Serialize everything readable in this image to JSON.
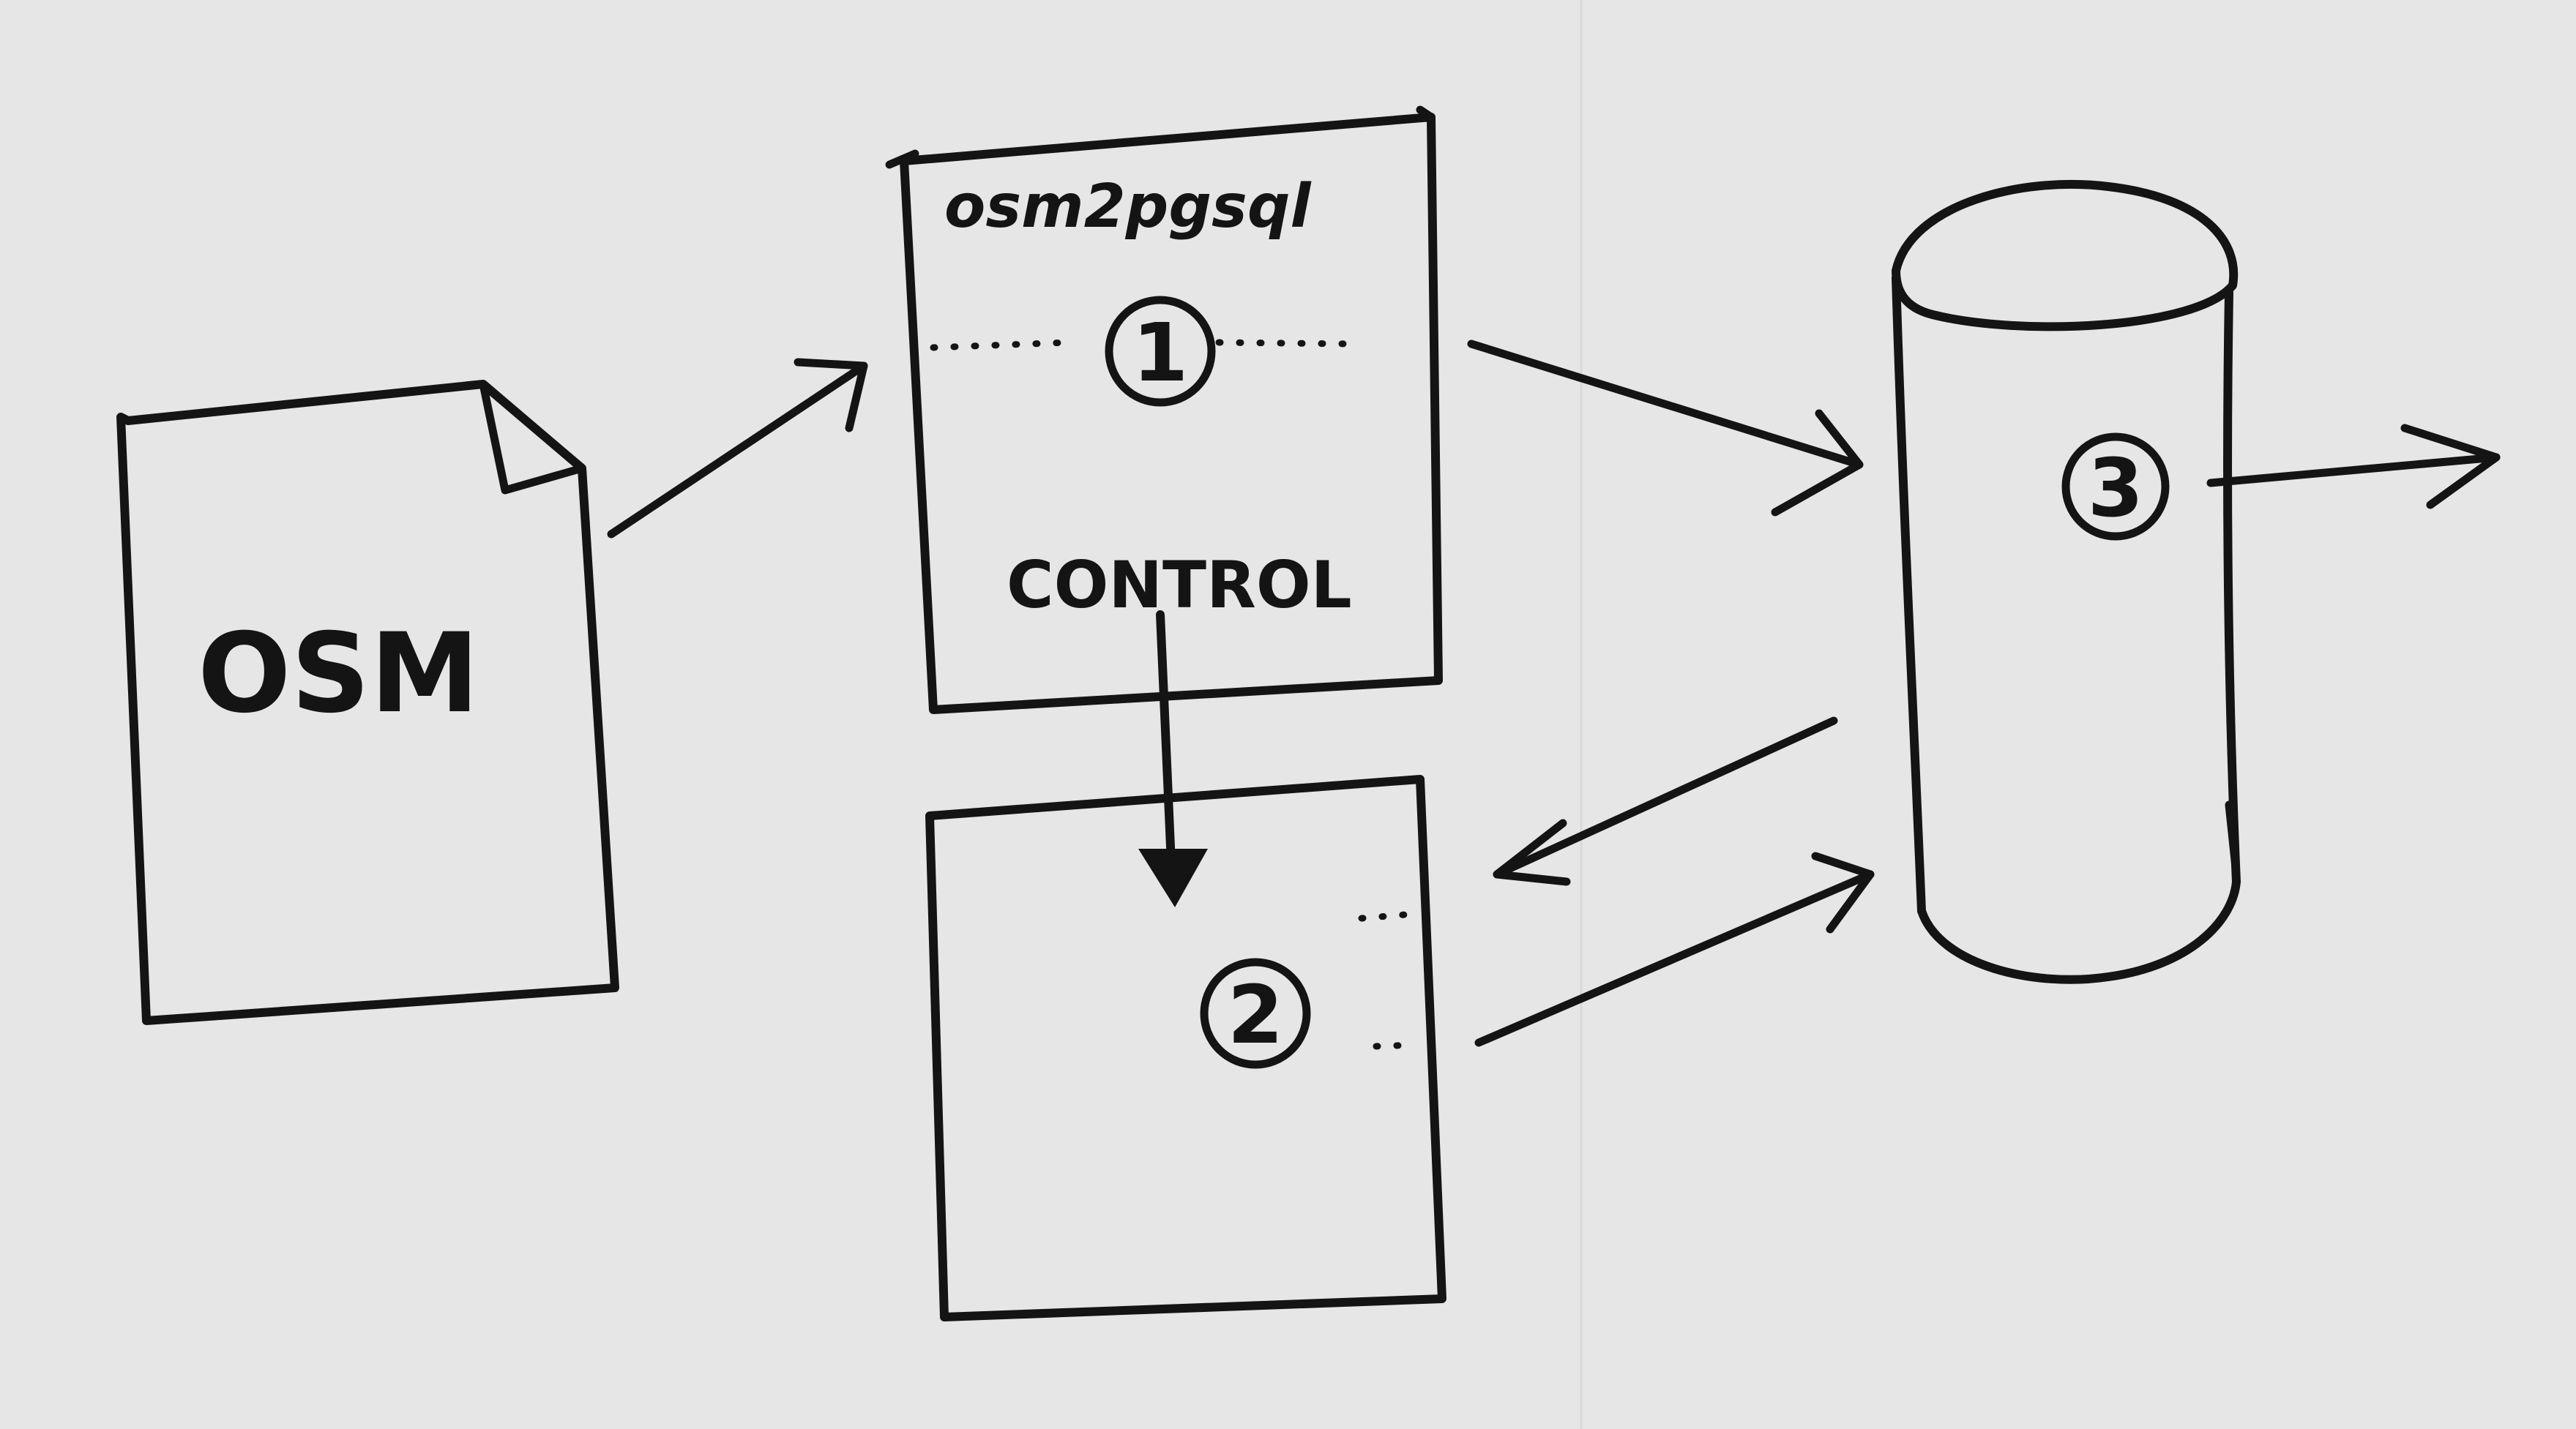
{
  "diagram": {
    "input_file": {
      "label": "OSM"
    },
    "converter": {
      "title": "osm2pgsql",
      "step_marker": "1",
      "control_label": "CONTROL"
    },
    "processing_box": {
      "step_marker": "2"
    },
    "database": {
      "step_marker": "3"
    },
    "colors": {
      "ink": "#141414",
      "paper": "#e6e6e6"
    }
  }
}
